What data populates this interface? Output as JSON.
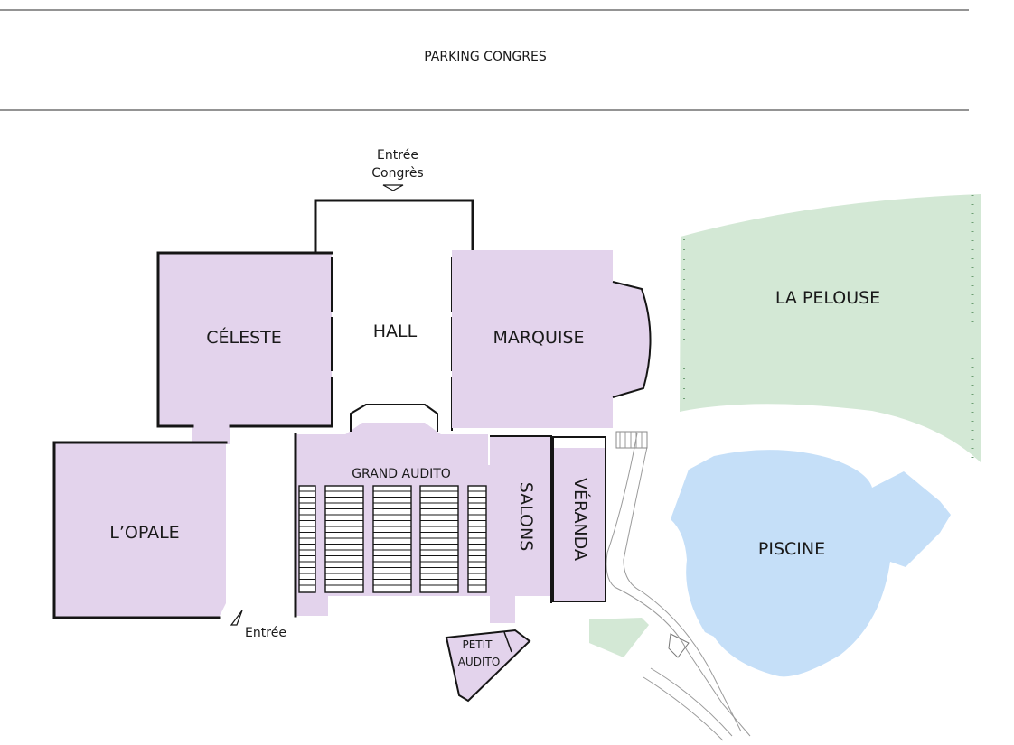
{
  "parking": {
    "label": "PARKING CONGRES"
  },
  "entrances": {
    "congres_line1": "Entrée",
    "congres_line2": "Congrès",
    "side": "Entrée"
  },
  "rooms": {
    "celeste": "CÉLESTE",
    "hall": "HALL",
    "marquise": "MARQUISE",
    "opale": "L’OPALE",
    "grand_audito": "GRAND AUDITO",
    "salons": "SALONS",
    "veranda": "VÉRANDA",
    "petit_audito_line1": "PETIT",
    "petit_audito_line2": "AUDITO"
  },
  "outdoor": {
    "pelouse": "LA PELOUSE",
    "piscine": "PISCINE"
  },
  "colors": {
    "room": "#e3d3ec",
    "lawn": "#d3e8d5",
    "pool": "#c5dff8",
    "wall": "#151515"
  }
}
